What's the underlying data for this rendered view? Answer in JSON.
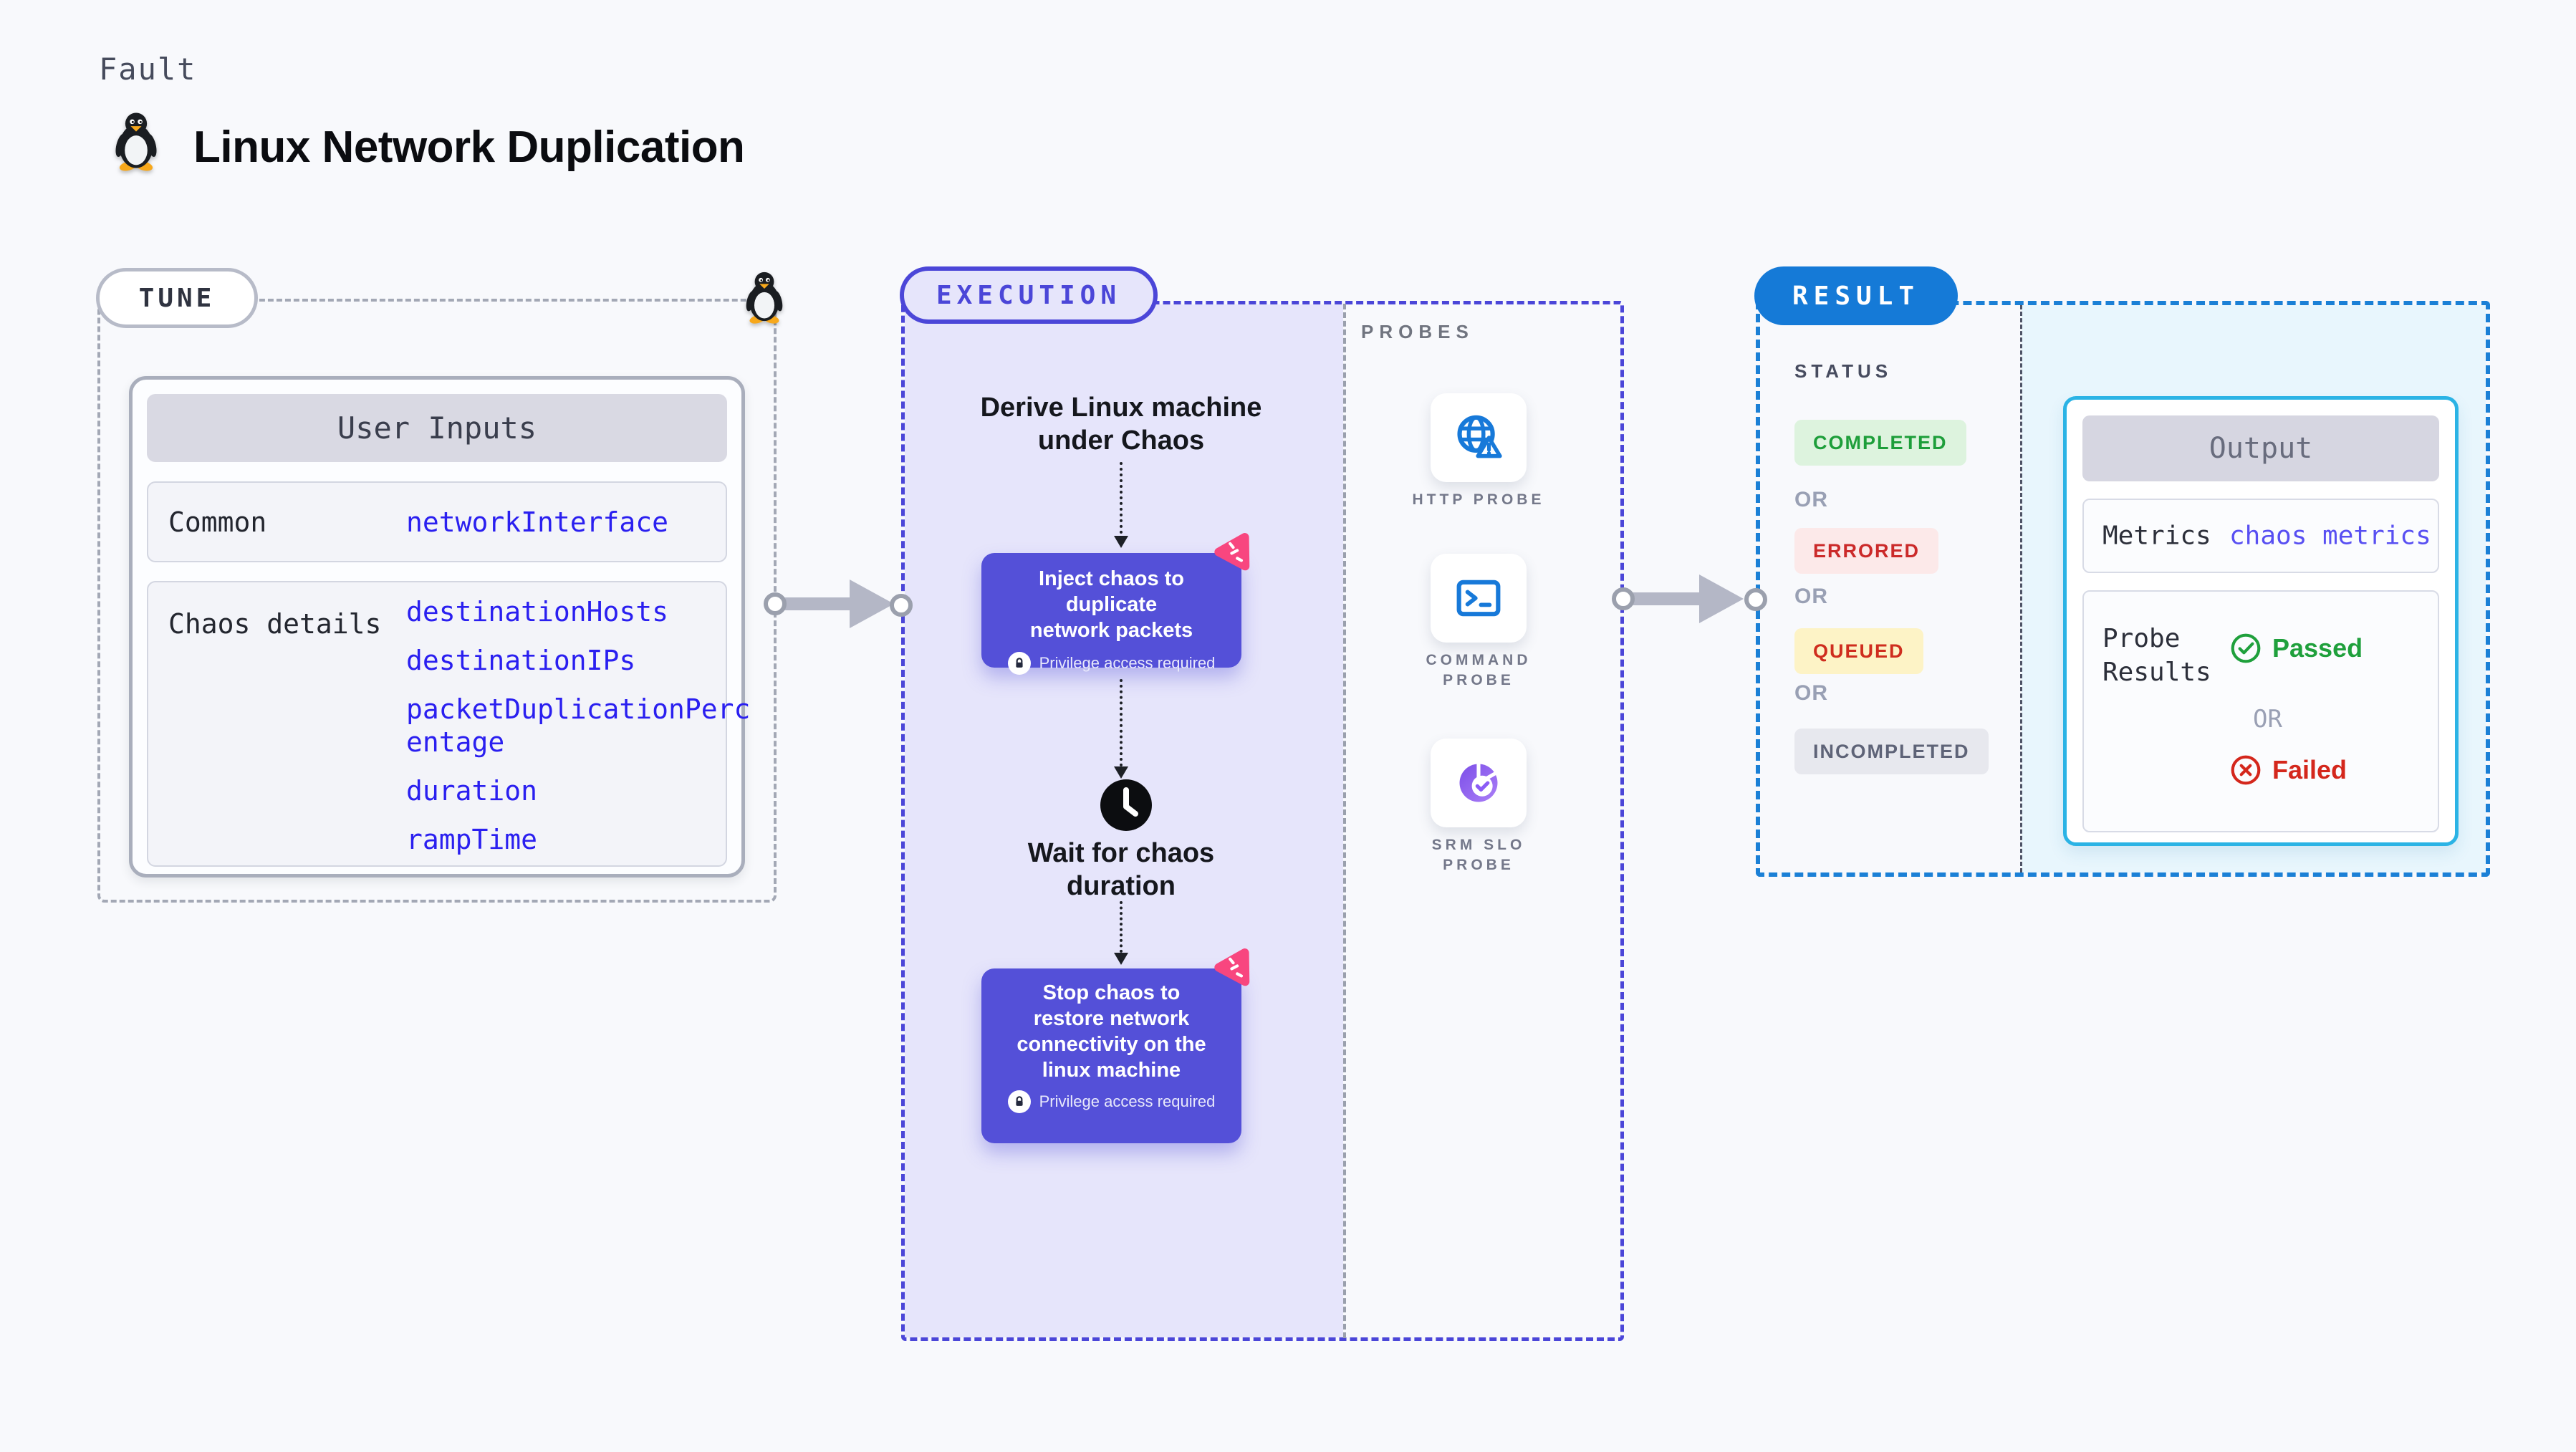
{
  "header": {
    "fault_label": "Fault",
    "title": "Linux Network Duplication",
    "logo_icon": "tux-penguin-icon"
  },
  "tune": {
    "pill_label": "TUNE",
    "corner_icon": "tux-penguin-icon",
    "card_header": "User Inputs",
    "rows": [
      {
        "label": "Common",
        "values": [
          "networkInterface"
        ]
      },
      {
        "label": "Chaos details",
        "values": [
          "destinationHosts",
          "destinationIPs",
          "packetDuplicationPercentage",
          "duration",
          "rampTime"
        ]
      }
    ]
  },
  "execution": {
    "pill_label": "EXECUTION",
    "steps": {
      "derive": {
        "lines": [
          "Derive Linux machine",
          "under Chaos"
        ]
      },
      "inject": {
        "lines": [
          "Inject chaos to duplicate",
          "network packets"
        ],
        "privilege": "Privilege access required",
        "badge_icon": "chaos-triangle-icon",
        "lock_icon": "lock-icon"
      },
      "wait": {
        "lines": [
          "Wait for chaos",
          "duration"
        ],
        "icon": "clock-icon"
      },
      "stop": {
        "lines": [
          "Stop chaos to",
          "restore network",
          "connectivity on the",
          "linux machine"
        ],
        "privilege": "Privilege access required",
        "badge_icon": "chaos-triangle-icon",
        "lock_icon": "lock-icon"
      }
    }
  },
  "probes": {
    "section_label": "PROBES",
    "items": [
      {
        "label_lines": [
          "HTTP PROBE"
        ],
        "icon": "globe-alert-icon"
      },
      {
        "label_lines": [
          "COMMAND",
          "PROBE"
        ],
        "icon": "terminal-icon"
      },
      {
        "label_lines": [
          "SRM SLO",
          "PROBE"
        ],
        "icon": "slo-pie-check-icon"
      }
    ]
  },
  "result": {
    "pill_label": "RESULT",
    "status_label": "STATUS",
    "or_label": "OR",
    "statuses": [
      {
        "label": "COMPLETED",
        "fg": "#1d9e3a",
        "bg": "#ddf3de"
      },
      {
        "label": "ERRORED",
        "fg": "#cb2a2a",
        "bg": "#fce9e9"
      },
      {
        "label": "QUEUED",
        "fg": "#cf2d1e",
        "bg": "#fdf3c6"
      },
      {
        "label": "INCOMPLETED",
        "fg": "#5e6377",
        "bg": "#e7e8ee"
      }
    ],
    "output": {
      "header": "Output",
      "metrics_label": "Metrics",
      "metrics_value": "chaos metrics",
      "probe_results_lines": [
        "Probe",
        "Results"
      ],
      "passed_label": "Passed",
      "failed_label": "Failed",
      "or_label": "OR",
      "passed_icon": "check-circle-icon",
      "failed_icon": "x-circle-icon"
    }
  },
  "colors": {
    "page_bg": "#f8f9fc",
    "gray_dash": "#a3a8b5",
    "indigo_dash": "#4b46d8",
    "lavender_bg": "#e6e5fb",
    "node_indigo": "#5450d8",
    "chaos_pink": "#f8467f",
    "result_blue": "#157ad7",
    "result_blue_dash": "#1b80d6",
    "cyan_border": "#2bb3e5",
    "cyan_bg": "#e8f6fd",
    "param_blue": "#2a1ff0",
    "link_indigo": "#584ff2",
    "probe_icon_blue": "#1779d9",
    "srm_purple": "#8b5cf6",
    "pass_green": "#1fa03c",
    "fail_red": "#d4271c"
  }
}
